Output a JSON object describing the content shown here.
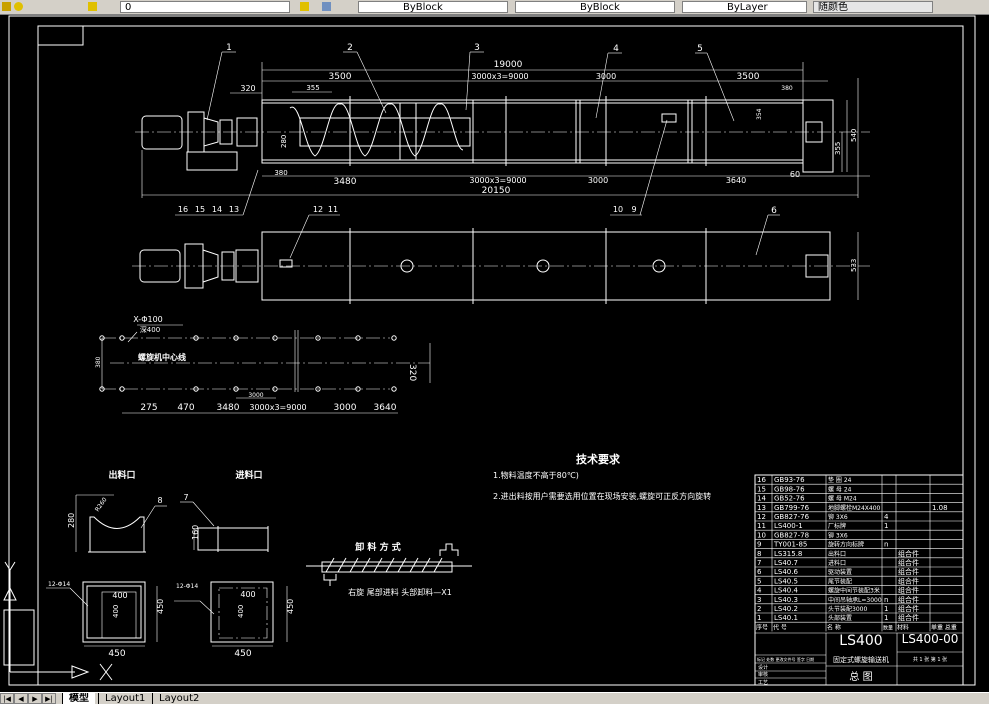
{
  "toolbar": {
    "layer_value": "0",
    "color_value": "ByBlock",
    "linetype_value": "ByBlock",
    "lineweight_value": "ByLayer",
    "plotstyle_value": "随颜色"
  },
  "tabs": {
    "items": [
      {
        "label": "模型",
        "active": true
      },
      {
        "label": "Layout1",
        "active": false
      },
      {
        "label": "Layout2",
        "active": false
      }
    ]
  },
  "drawing": {
    "balloons": {
      "b1": "1",
      "b2": "2",
      "b3": "3",
      "b4": "4",
      "b5": "5",
      "b6": "6",
      "b7": "7",
      "b8": "8",
      "b9": "9",
      "b10": "10",
      "b11": "11",
      "b12": "12",
      "b13": "13",
      "b14": "14",
      "b15": "15",
      "b16": "16"
    },
    "front_view_dims": {
      "overall": "19000",
      "left_section": "3500",
      "pitch_top": "3000x3=9000",
      "mid_top": "3000",
      "right_top": "3500",
      "drive_offset": "320",
      "pitch": "355",
      "offset_380_left": "380",
      "height_280": "280",
      "bottom_left": "3480",
      "pitch_bottom": "3000x3=9000",
      "bottom_mid": "3000",
      "bottom_right": "3640",
      "total": "20150",
      "end_60": "60",
      "right_380": "380",
      "dim_354": "354",
      "height_540": "540",
      "height_355": "355"
    },
    "side_view_dims": {
      "height_533": "533"
    },
    "layout_plan": {
      "anchor_label": "X-Φ100",
      "anchor_sub": "深400",
      "centerline_label": "螺旋机中心线",
      "height_left": "380",
      "height_right": "320",
      "dims": [
        "275",
        "470",
        "3480",
        "3000x3=9000",
        "3000",
        "3640"
      ],
      "sub_dim": "3000"
    },
    "outlet": {
      "title": "出料口",
      "radius": "R260",
      "height": "280",
      "holes": "12-Φ14",
      "inner": "400",
      "outer": "450",
      "inner_v": "400",
      "outer_v": "450"
    },
    "inlet": {
      "title": "进料口",
      "height": "160",
      "holes": "12-Φ14",
      "inner": "400",
      "outer": "450",
      "inner_v": "400",
      "outer_v": "450"
    },
    "discharge": {
      "title": "卸 料 方 式",
      "caption": "右旋    尾部进料 头部卸料—X1"
    },
    "tech_req": {
      "title": "技术要求",
      "item1": "1.物料温度不高于80℃)",
      "item2": "2.进出料按用户需要选用位置在现场安装,螺旋可正反方向旋转"
    }
  },
  "title_block": {
    "parts": [
      {
        "no": "16",
        "code": "GB93-76",
        "name": "垫 圈 24",
        "qty": "",
        "mat": "",
        "wt": ""
      },
      {
        "no": "15",
        "code": "GB98-76",
        "name": "螺 母 24",
        "qty": "",
        "mat": "",
        "wt": ""
      },
      {
        "no": "14",
        "code": "GB52-76",
        "name": "螺 母 M24",
        "qty": "",
        "mat": "",
        "wt": ""
      },
      {
        "no": "13",
        "code": "GB799-76",
        "name": "地脚螺栓M24X400",
        "qty": "",
        "mat": "",
        "wt": "1.08"
      },
      {
        "no": "12",
        "code": "GB827-76",
        "name": "铆 3X6",
        "qty": "4",
        "mat": "",
        "wt": ""
      },
      {
        "no": "11",
        "code": "LS400-1",
        "name": "厂标牌",
        "qty": "1",
        "mat": "",
        "wt": ""
      },
      {
        "no": "10",
        "code": "GB827-78",
        "name": "铆 3X6",
        "qty": "",
        "mat": "",
        "wt": ""
      },
      {
        "no": "9",
        "code": "TY001-85",
        "name": "旋转方向标牌",
        "qty": "n",
        "mat": "",
        "wt": ""
      },
      {
        "no": "8",
        "code": "LS315.8",
        "name": "出料口",
        "qty": "",
        "mat": "组合件",
        "wt": ""
      },
      {
        "no": "7",
        "code": "LS40.7",
        "name": "进料口",
        "qty": "",
        "mat": "组合件",
        "wt": ""
      },
      {
        "no": "6",
        "code": "LS40.6",
        "name": "驱动装置",
        "qty": "",
        "mat": "组合件",
        "wt": ""
      },
      {
        "no": "5",
        "code": "LS40.5",
        "name": "尾节装配",
        "qty": "",
        "mat": "组合件",
        "wt": ""
      },
      {
        "no": "4",
        "code": "LS40.4",
        "name": "螺旋中间节装配3米",
        "qty": "",
        "mat": "组合件",
        "wt": ""
      },
      {
        "no": "3",
        "code": "LS40.3",
        "name": "中间吊轴承L=3000",
        "qty": "n",
        "mat": "组合件",
        "wt": ""
      },
      {
        "no": "2",
        "code": "LS40.2",
        "name": "头节装配3000",
        "qty": "1",
        "mat": "组合件",
        "wt": ""
      },
      {
        "no": "1",
        "code": "LS40.1",
        "name": "头部装置",
        "qty": "1",
        "mat": "组合件",
        "wt": ""
      }
    ],
    "header": {
      "no": "序号",
      "code": "代  号",
      "name": "名  称",
      "qty": "数量",
      "mat": "材料",
      "wt": "单重 总重"
    },
    "model": "LS400",
    "drawing_no": "LS400-00",
    "product_name": "固定式螺旋输送机",
    "sheet_name": "总  图",
    "sheet_info": "共 1 张  第 1 张",
    "sign_rows": [
      "标记 处数 更改文件号 签字 日期",
      "设计",
      "审核",
      "工艺"
    ]
  }
}
